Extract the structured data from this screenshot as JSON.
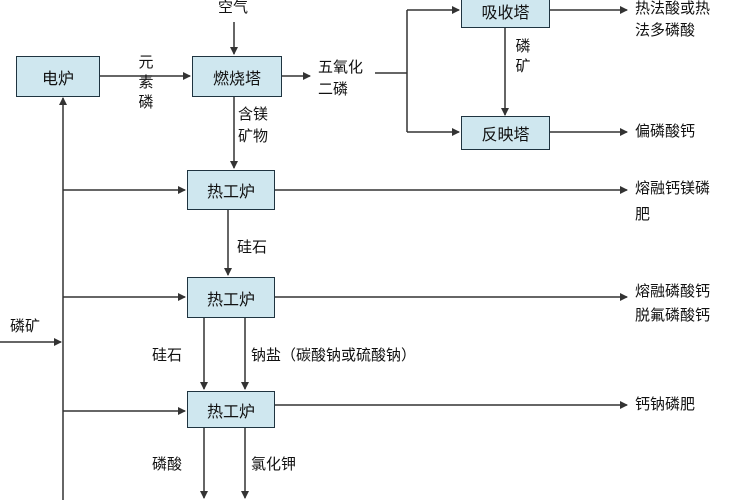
{
  "boxes": {
    "electric_furnace": "电炉",
    "combustion_tower": "燃烧塔",
    "absorption_tower": "吸收塔",
    "reaction_tower": "反映塔",
    "hot_furnace_1": "热工炉",
    "hot_furnace_2": "热工炉",
    "hot_furnace_3": "热工炉"
  },
  "labels": {
    "air": "空气",
    "elemental_phosphorus": "元素磷",
    "phosphorus_pentoxide": "五氧化二磷",
    "mg_mineral_1": "含镁",
    "mg_mineral_2": "矿物",
    "phosphate_rock_side": "磷矿",
    "phosphate_rock_input": "磷矿",
    "silica_1": "硅石",
    "silica_2": "硅石",
    "sodium_salt": "钠盐（碳酸钠或硫酸钠）",
    "phosphoric_acid": "磷酸",
    "potassium_chloride": "氯化钾"
  },
  "outputs": {
    "thermal_acid_1": "热法酸或热",
    "thermal_acid_2": "法多磷酸",
    "ca_metaphosphate": "偏磷酸钙",
    "fused_ca_mg_1": "熔融钙镁磷",
    "fused_ca_mg_2": "肥",
    "fused_ca_1": "熔融磷酸钙",
    "fused_ca_2": "脱氟磷酸钙",
    "ca_na_fert": "钙钠磷肥"
  }
}
